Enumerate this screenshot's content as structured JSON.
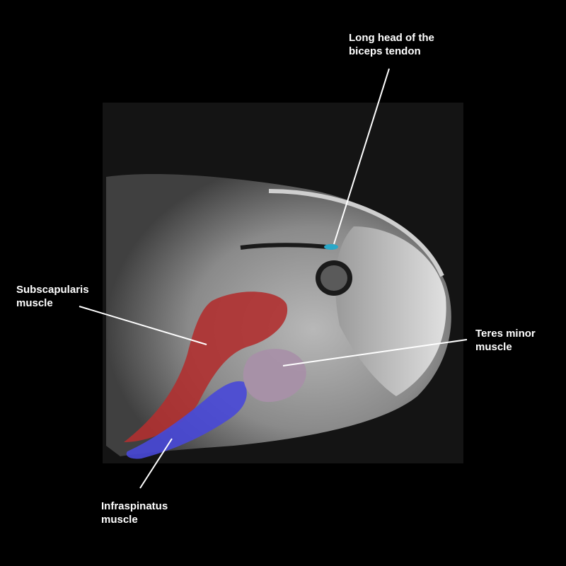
{
  "labels": {
    "biceps": {
      "line1": "Long head of the",
      "line2": "biceps tendon"
    },
    "subscapularis": {
      "line1": "Subscapularis",
      "line2": "muscle"
    },
    "teres_minor": {
      "line1": "Teres minor",
      "line2": "muscle"
    },
    "infraspinatus": {
      "line1": "Infraspinatus",
      "line2": "muscle"
    }
  },
  "colors": {
    "subscapularis": "#b03030",
    "infraspinatus": "#4848d8",
    "teres_minor": "#a890a8",
    "biceps_tendon": "#2aa8c8"
  }
}
